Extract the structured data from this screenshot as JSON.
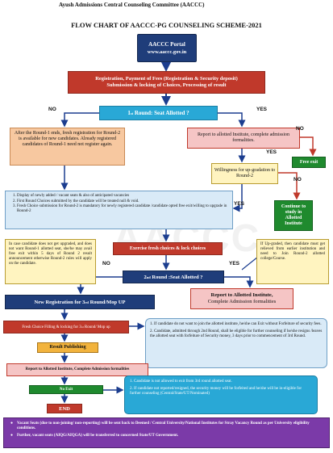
{
  "header": {
    "committee": "Ayush Admissions Central Counseling Committee (AACCC)",
    "title": "FLOW CHART OF AACCC-PG COUNSELING SCHEME-2021"
  },
  "watermark": {
    "text": "AACCC"
  },
  "colors": {
    "navy": "#1f3d7a",
    "red": "#c0392b",
    "cyan": "#29a8d6",
    "orange": "#f7c8a0",
    "pink": "#f5c5c5",
    "yellow": "#fff4c0",
    "lightblue": "#d9eaf7",
    "green": "#1f8a2e",
    "purple": "#7b3aa8",
    "gold": "#f2b33d"
  },
  "nodes": {
    "portal": {
      "line1": "AACCC Portal",
      "line2": "www.aaccc.gov.in"
    },
    "registration": {
      "line1": "Registration, Payment of Fees (Registration & Security deposit)",
      "line2": "Submission & locking of Choices, Processing of result"
    },
    "round1": {
      "prefix": "1",
      "suffix": "st",
      "rest": " Round: Seat Allotted ?"
    },
    "no_seat_r1": "After the Round-1 ends, fresh registration for Round-2 is available for new candidates. Already registered candidates of Round-1 need not register again.",
    "report_r1": "Report to allotted Institute, complete admission formalities.",
    "willingness": "Willingness for up-gradation to Round-2",
    "free_exit": "Free exit",
    "list": [
      "Display of newly added / vacant seats & also of anticipated vacancies",
      "First Round Choices submitted by the candidate will be treated null & void.",
      "Fresh Choice submission for Round-2 is mandatory for newly registered candidate /candidate opted free exit/willing to upgrade in Round-2"
    ],
    "continue": "Continue to study in Allotted Institute",
    "round1_forfeit": "In case candidate does not get upgraded, and does not want Round-1 allotted seat, she/he may avail free exit within 5 days of Round 2 result announcement otherwise Round-2 rules will apply on the candidate.",
    "exercise": "Exercise fresh choices & lock choices",
    "upgraded": "If Up-graded, then candidate must get relieved from earlier institution and need to Join Round-2 allotted college/Course.",
    "round2": {
      "prefix": "2",
      "suffix": "nd",
      "rest": " Round :Seat Allotted ?"
    },
    "report_r2": {
      "line1": "Report to Allotted Institute,",
      "line2": "Complete Admission formalities"
    },
    "new_reg": {
      "prefix": "New Registration for 3",
      "suffix": "rd",
      "rest": " Round/Mop UP"
    },
    "fresh_choice": {
      "prefix": "Fresh Choice Filling & locking for 3",
      "suffix": "rd",
      "rest": " Round/ Mop up"
    },
    "result_pub": "Result Publishing",
    "report_r3": "Report to Allotted Institute, Complete Admission formalities",
    "no_exit": "No Exit",
    "end": "END",
    "rules_1": "1. If candidate do not want to join the allotted institute, he/she can Exit without Forfeiture of security fees.",
    "rules_2": "2. Candidate, admitted through 2nd Round, shall be eligible for further counseling if he/she resigns /leaves the allotted seat with forfeiture of Security money, 3 days prior to commencement of 3rd Round.",
    "mop_1": "1. Candidate is not allowed to exit from 3rd round allotted seat.",
    "mop_2": "2. If candidate not reported/resigned, the security money will be forfeited and he/she will be in-eligible for further counseling (Central/State/UT/Nominated)",
    "footer_1": "Vacant Seats (due to non-joining/ non-reporting) will be sent back to Deemed / Central University/National Institutes for Stray Vacancy Round as per University eligibility conditions.",
    "footer_2": "Further, vacant seats (AIQG/AIQGA) will be transferred to concerned State/UT Government."
  },
  "labels": {
    "no": "NO",
    "yes": "YES"
  }
}
